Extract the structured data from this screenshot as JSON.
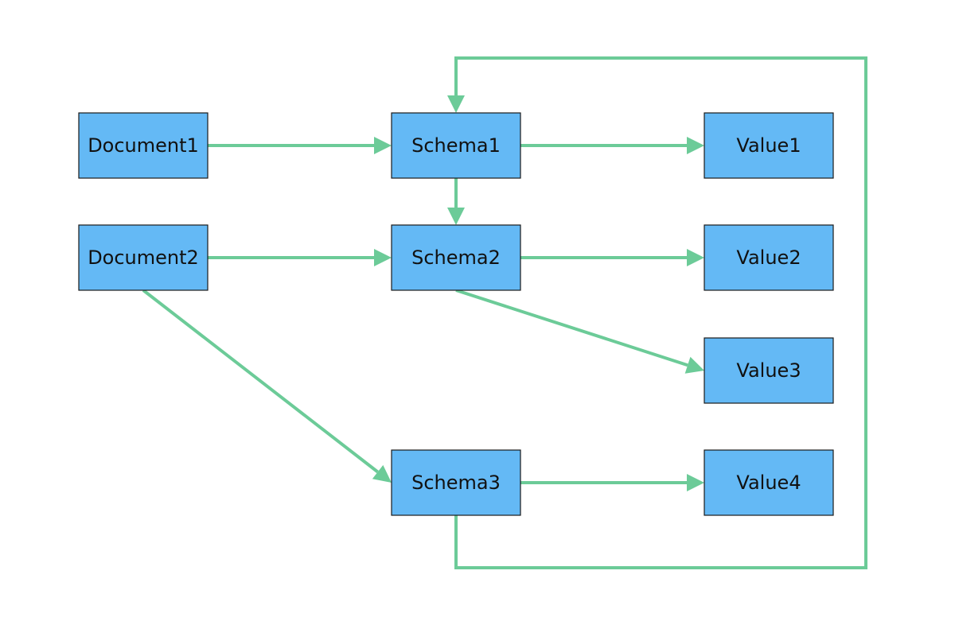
{
  "colors": {
    "node_fill": "#64b9f5",
    "edge": "#6ccb98"
  },
  "nodes": [
    {
      "id": "document1",
      "label": "Document1"
    },
    {
      "id": "document2",
      "label": "Document2"
    },
    {
      "id": "schema1",
      "label": "Schema1"
    },
    {
      "id": "schema2",
      "label": "Schema2"
    },
    {
      "id": "schema3",
      "label": "Schema3"
    },
    {
      "id": "value1",
      "label": "Value1"
    },
    {
      "id": "value2",
      "label": "Value2"
    },
    {
      "id": "value3",
      "label": "Value3"
    },
    {
      "id": "value4",
      "label": "Value4"
    }
  ],
  "edges": [
    {
      "from": "document1",
      "to": "schema1"
    },
    {
      "from": "document2",
      "to": "schema2"
    },
    {
      "from": "document2",
      "to": "schema3"
    },
    {
      "from": "schema1",
      "to": "schema2"
    },
    {
      "from": "schema1",
      "to": "value1"
    },
    {
      "from": "schema2",
      "to": "value2"
    },
    {
      "from": "schema2",
      "to": "value3"
    },
    {
      "from": "schema3",
      "to": "value4"
    },
    {
      "from": "schema3",
      "to": "schema1"
    }
  ]
}
